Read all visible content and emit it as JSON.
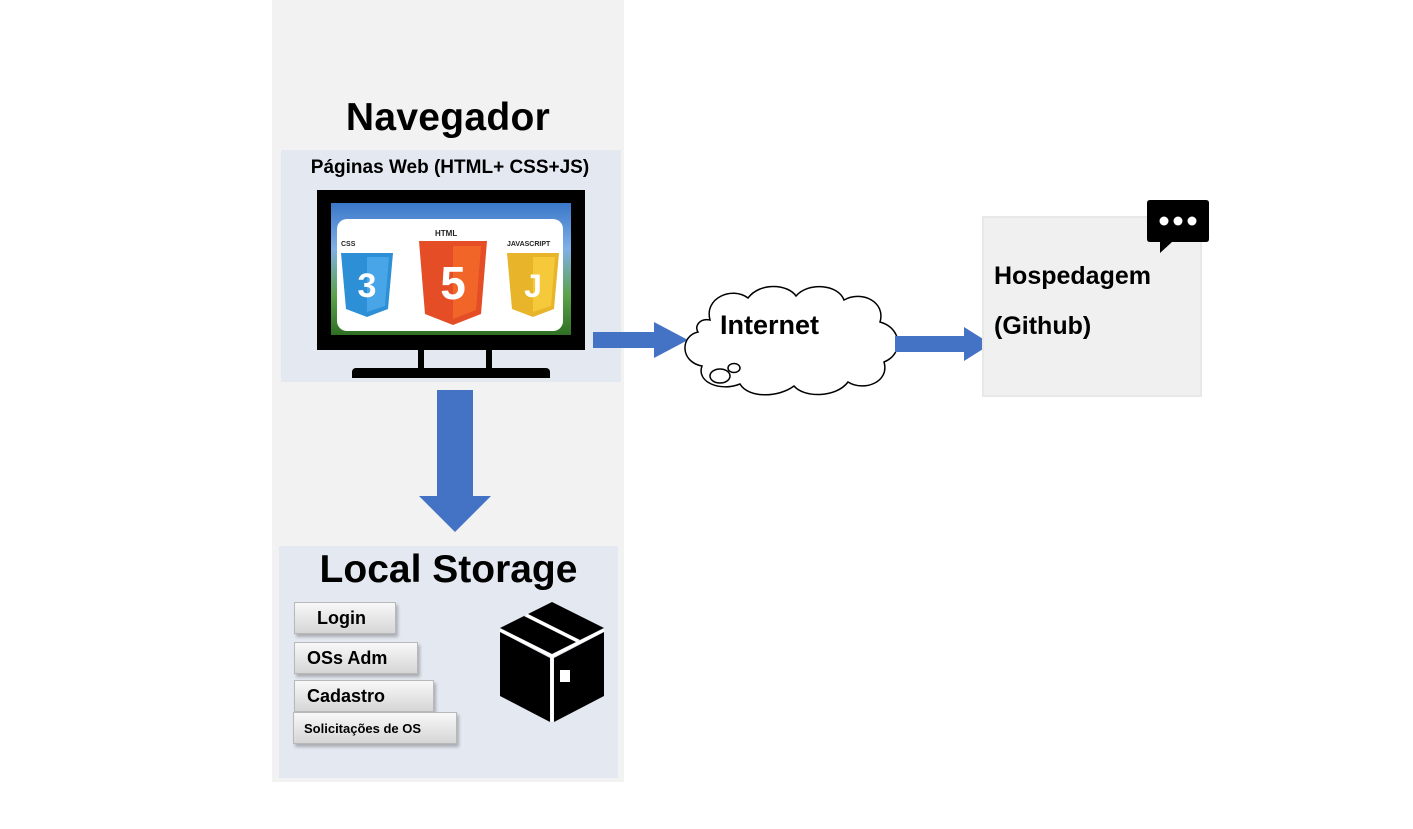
{
  "browser": {
    "title": "Navegador",
    "web_pages_label": "Páginas Web (HTML+ CSS+JS)",
    "logos": {
      "css": "CSS",
      "html": "HTML",
      "javascript": "JAVASCRIPT"
    }
  },
  "internet": {
    "label": "Internet"
  },
  "hosting": {
    "line1": "Hospedagem",
    "line2": "(Github)"
  },
  "local_storage": {
    "title": "Local Storage",
    "items": [
      "Login",
      "OSs Adm",
      "Cadastro",
      "Solicitações de OS"
    ]
  },
  "colors": {
    "arrow": "#4472c4",
    "panel": "#e4e8f0",
    "column": "#f2f2f2"
  },
  "icons": [
    "monitor-icon",
    "html5-logo",
    "css3-logo",
    "javascript-logo",
    "cloud-icon",
    "chat-bubble-icon",
    "package-box-icon"
  ]
}
